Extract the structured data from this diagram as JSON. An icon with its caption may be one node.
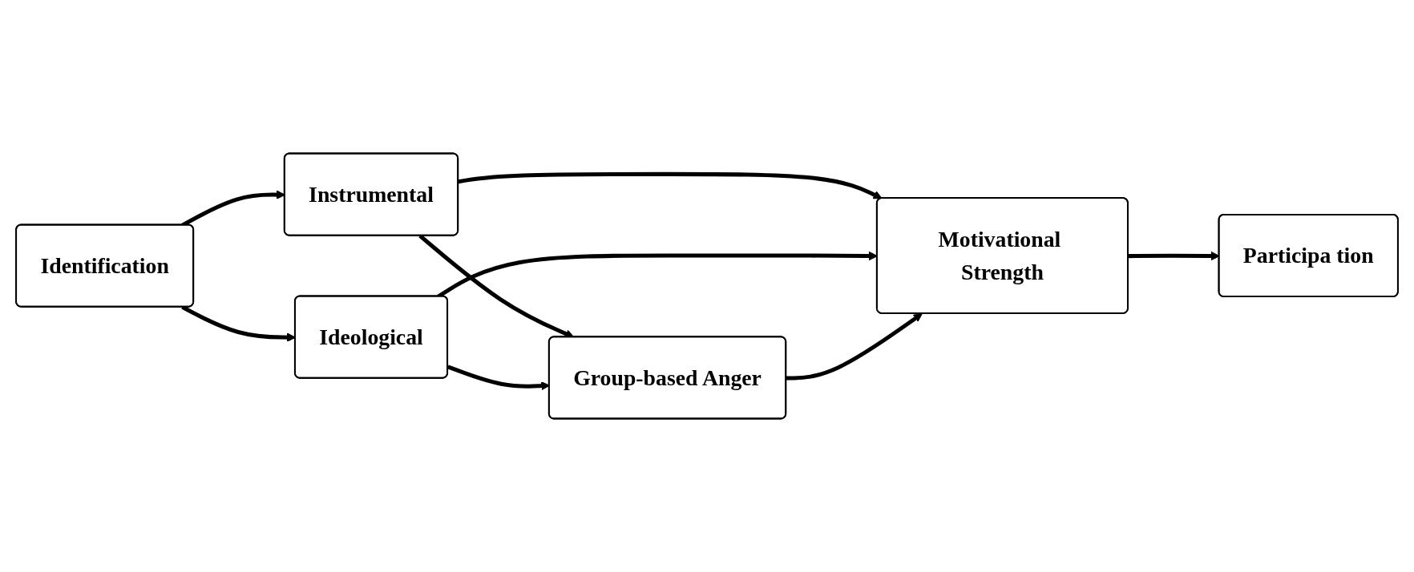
{
  "diagram": {
    "nodes": [
      {
        "text": [
          "Identification"
        ]
      },
      {
        "text": [
          "Instrumental"
        ]
      },
      {
        "text": [
          "Ideological"
        ]
      },
      {
        "text": [
          "Group-based Anger"
        ]
      },
      {
        "text": [
          "Motivational Strength"
        ]
      },
      {
        "text": [
          "Participa tion"
        ]
      }
    ],
    "edges": [
      {
        "from": 0,
        "to": 1,
        "arrow": "to"
      },
      {
        "from": 0,
        "to": 2,
        "arrow": "to"
      },
      {
        "from": 1,
        "to": 3,
        "arrow": "to"
      },
      {
        "from": 2,
        "to": 3,
        "arrow": "to"
      },
      {
        "from": 1,
        "to": 4,
        "arrow": "to"
      },
      {
        "from": 2,
        "to": 4,
        "arrow": "to"
      },
      {
        "from": 3,
        "to": 4,
        "arrow": "to"
      },
      {
        "from": 4,
        "to": 5,
        "arrow": "to"
      }
    ]
  }
}
